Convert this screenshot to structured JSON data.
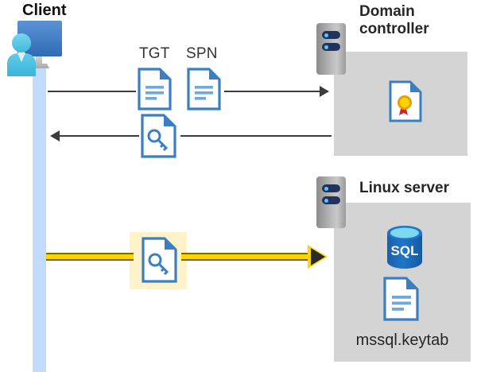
{
  "diagram": {
    "title_client": "Client",
    "title_domain_controller": "Domain\ncontroller",
    "title_linux_server": "Linux server",
    "keytab_filename": "mssql.keytab",
    "labels": {
      "tgt": "TGT",
      "spn": "SPN"
    },
    "icons": {
      "client": "client-workstation-icon",
      "server_rack": "server-rack-icon",
      "tgt_document": "document-icon",
      "spn_document": "document-icon",
      "ticket_key_document": "key-document-icon",
      "keytab_key_document": "key-document-icon",
      "certificate": "certificate-document-icon",
      "sql_database": "sql-database-icon",
      "keytab_document": "document-icon"
    },
    "flows": [
      {
        "name": "client-to-dc-request",
        "direction": "right",
        "from": "Client",
        "to": "Domain controller",
        "carries": [
          "TGT",
          "SPN"
        ],
        "color": "#3c3c3c"
      },
      {
        "name": "dc-to-client-ticket",
        "direction": "left",
        "from": "Domain controller",
        "to": "Client",
        "carries": [
          "service ticket"
        ],
        "color": "#3c3c3c"
      },
      {
        "name": "client-to-linux-ticket",
        "direction": "right",
        "from": "Client",
        "to": "Linux server",
        "carries": [
          "service ticket"
        ],
        "color": "#ffd400",
        "highlighted": true
      }
    ],
    "colors": {
      "panel_gray": "#d4d4d4",
      "lifeline_blue": "#c3dbfb",
      "highlight_yellow": "#fdf2c8",
      "arrow_yellow": "#ffd400",
      "arrow_gray": "#3c3c3c",
      "doc_blue": "#3a7fc2",
      "sql_blue": "#1f6cb5",
      "title_text": "#262626"
    }
  }
}
